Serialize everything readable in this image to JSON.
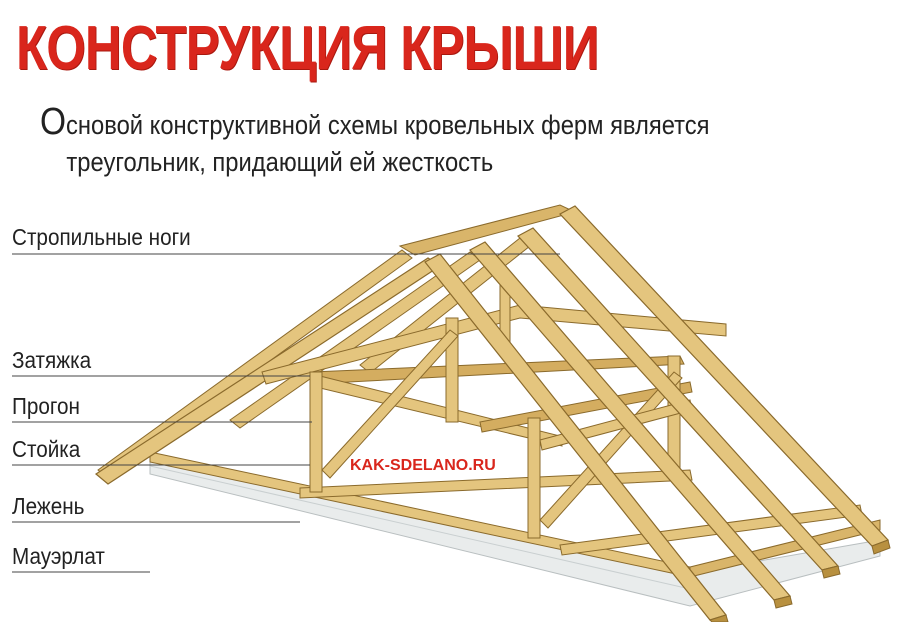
{
  "title": "КОНСТРУКЦИЯ КРЫШИ",
  "subtitle": {
    "first_letter": "О",
    "line1_rest": "сновой конструктивной схемы кровельных ферм является",
    "line2": "треугольник, придающий ей жесткость"
  },
  "labels": {
    "rafters": "Стропильные ноги",
    "tie_beam": "Затяжка",
    "purlin": "Прогон",
    "post": "Стойка",
    "sill": "Лежень",
    "wall_plate": "Мауэрлат"
  },
  "watermark": "KAK-SDELANO.RU",
  "colors": {
    "title": "#d9261c",
    "wood": "#e4c57e",
    "wood_dark": "#b8903f",
    "wood_outline": "#8a6a2c",
    "wall": "#e9ecec",
    "leader": "#444444"
  }
}
